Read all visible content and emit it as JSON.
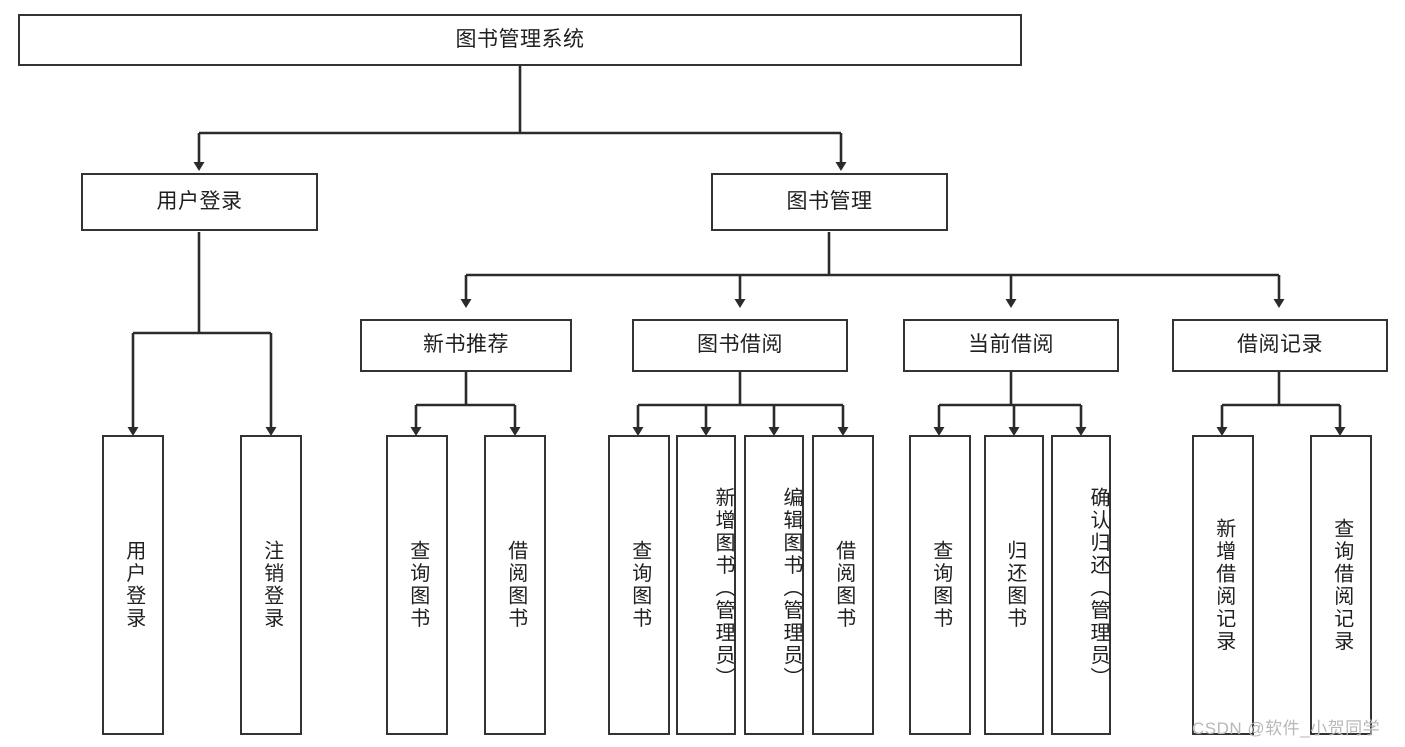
{
  "diagram": {
    "type": "tree-hierarchy-chart",
    "title": "图书管理系统",
    "watermark": "CSDN @软件_小贺同学",
    "colors": {
      "border": "#333333",
      "background": "#ffffff",
      "text": "#1f1f1f",
      "watermark": "#b8b8b8"
    },
    "levels": {
      "root": {
        "label": "图书管理系统"
      },
      "level2": [
        {
          "label": "用户登录"
        },
        {
          "label": "图书管理"
        }
      ],
      "level3": [
        {
          "label": "新书推荐"
        },
        {
          "label": "图书借阅"
        },
        {
          "label": "当前借阅"
        },
        {
          "label": "借阅记录"
        }
      ],
      "leaves": [
        {
          "label": "用户登录",
          "parent": "用户登录"
        },
        {
          "label": "注销登录",
          "parent": "用户登录"
        },
        {
          "label": "查询图书",
          "parent": "新书推荐"
        },
        {
          "label": "借阅图书",
          "parent": "新书推荐"
        },
        {
          "label": "查询图书",
          "parent": "图书借阅"
        },
        {
          "label": "新增图书（管理员）",
          "parent": "图书借阅"
        },
        {
          "label": "编辑图书（管理员）",
          "parent": "图书借阅"
        },
        {
          "label": "借阅图书",
          "parent": "图书借阅"
        },
        {
          "label": "查询图书",
          "parent": "当前借阅"
        },
        {
          "label": "归还图书",
          "parent": "当前借阅"
        },
        {
          "label": "确认归还（管理员）",
          "parent": "当前借阅"
        },
        {
          "label": "新增借阅记录",
          "parent": "借阅记录"
        },
        {
          "label": "查询借阅记录",
          "parent": "借阅记录"
        }
      ]
    }
  }
}
